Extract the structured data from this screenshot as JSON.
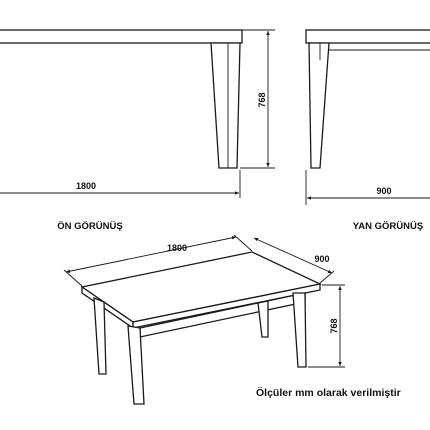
{
  "front_view": {
    "title": "ÖN GÖRÜNÜŞ",
    "width_label": "1800",
    "height_label": "768"
  },
  "side_view": {
    "title": "YAN GÖRÜNÜŞ",
    "width_label": "900"
  },
  "perspective_view": {
    "length_label": "1800",
    "depth_label": "900",
    "height_label": "768"
  },
  "note": "Ölçüler mm olarak verilmiştir"
}
